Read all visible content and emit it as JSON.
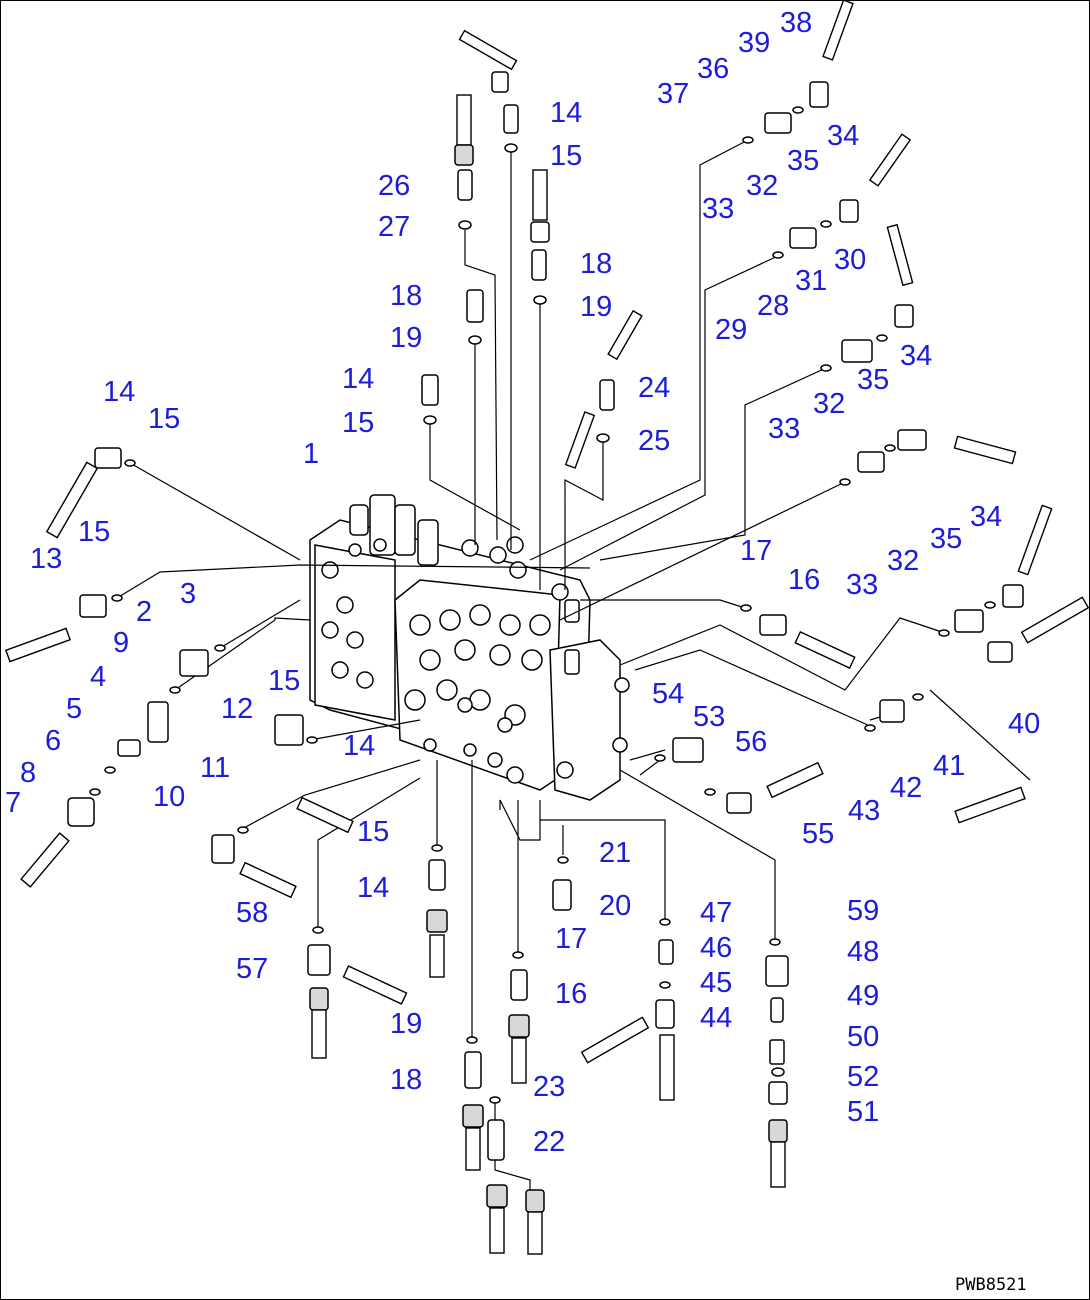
{
  "drawing_code": "PWB8521",
  "colors": {
    "callout": "#1c1cd9",
    "ink": "#000000",
    "background": "#ffffff"
  },
  "callouts": [
    "38",
    "39",
    "36",
    "37",
    "14",
    "15",
    "26",
    "27",
    "34",
    "35",
    "32",
    "33",
    "18",
    "19",
    "30",
    "31",
    "28",
    "29",
    "18",
    "19",
    "14",
    "15",
    "24",
    "25",
    "34",
    "35",
    "32",
    "33",
    "14",
    "15",
    "1",
    "15",
    "13",
    "3",
    "2",
    "9",
    "4",
    "5",
    "6",
    "8",
    "7",
    "34",
    "35",
    "32",
    "33",
    "17",
    "16",
    "12",
    "15",
    "11",
    "10",
    "14",
    "40",
    "41",
    "42",
    "43",
    "54",
    "53",
    "56",
    "55",
    "15",
    "14",
    "58",
    "57",
    "21",
    "20",
    "17",
    "16",
    "47",
    "46",
    "45",
    "44",
    "59",
    "48",
    "49",
    "50",
    "52",
    "51",
    "19",
    "18",
    "23",
    "22"
  ]
}
